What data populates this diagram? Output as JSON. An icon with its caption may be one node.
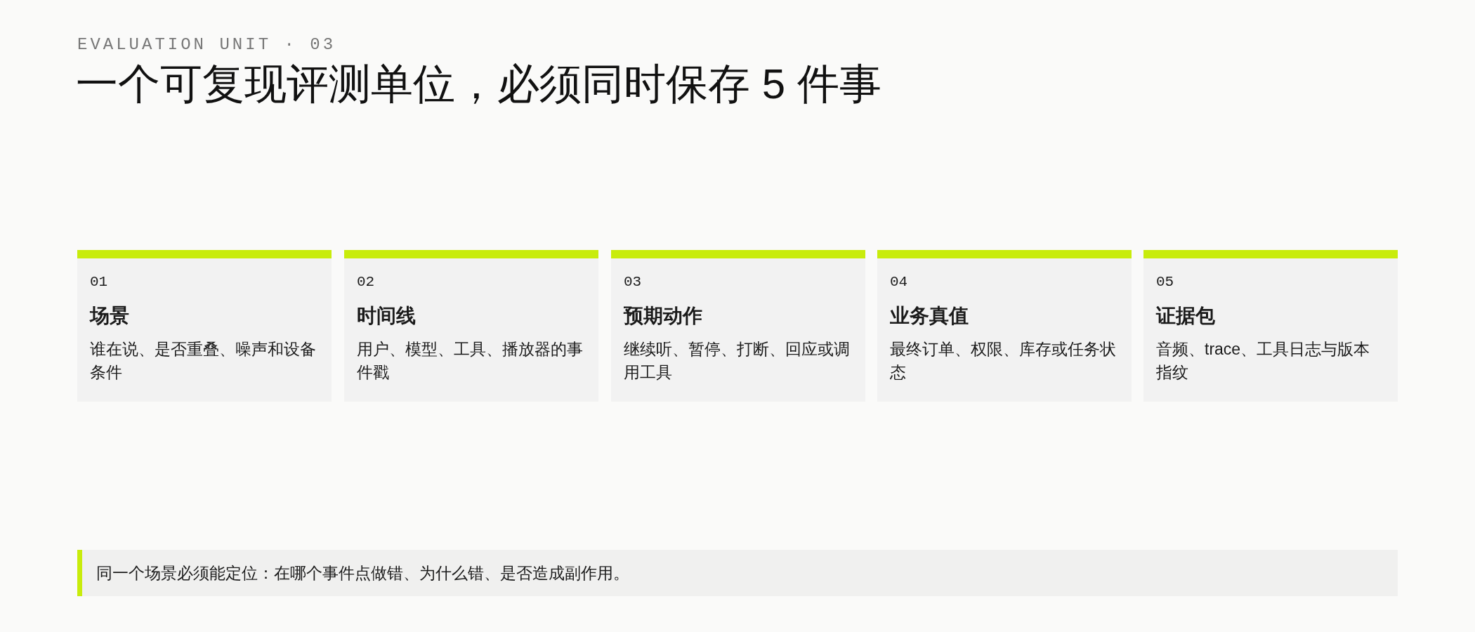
{
  "diagram": {
    "title": "一个可复现评测单位，必须同时保存 5 件事",
    "nodes": [
      {
        "text": [
          "01",
          "场景",
          "谁在说、是否重叠、噪声和设备条件"
        ]
      },
      {
        "text": [
          "02",
          "时间线",
          "用户、模型、工具、播放器的事件戳"
        ]
      },
      {
        "text": [
          "03",
          "预期动作",
          "继续听、暂停、打断、回应或调用工具"
        ]
      },
      {
        "text": [
          "04",
          "业务真值",
          "最终订单、权限、库存或任务状态"
        ]
      },
      {
        "text": [
          "05",
          "证据包",
          "音频、trace、工具日志与版本指纹"
        ]
      },
      {
        "text": [
          "同一个场景必须能定位：在哪个事件点做错、为什么错、是否造成副作用。"
        ]
      }
    ],
    "labels": [
      "EVALUATION UNIT · 03"
    ]
  }
}
